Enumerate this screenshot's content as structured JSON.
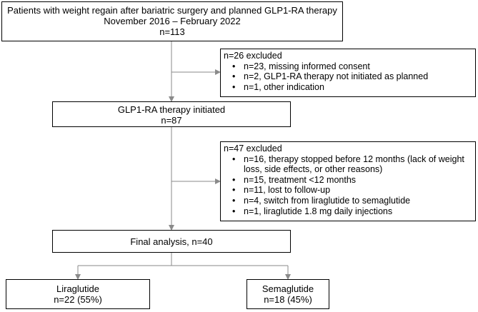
{
  "boxes": {
    "top": {
      "lines": [
        "Patients with weight regain after bariatric surgery and planned GLP1-RA therapy",
        "November 2016 – February 2022",
        "n=113"
      ]
    },
    "excluded1": {
      "title": "n=26 excluded",
      "items": [
        "n=23, missing informed consent",
        "n=2, GLP1-RA therapy not initiated as planned",
        "n=1, other indication"
      ]
    },
    "initiated": {
      "lines": [
        "GLP1-RA therapy initiated",
        "n=87"
      ]
    },
    "excluded2": {
      "title": "n=47 excluded",
      "items": [
        "n=16, therapy stopped before 12 months (lack of weight loss, side effects, or other reasons)",
        "n=15, treatment <12 months",
        "n=11, lost to follow-up",
        "n=4, switch from liraglutide to semaglutide",
        "n=1, liraglutide 1.8 mg daily injections"
      ]
    },
    "final": {
      "lines": [
        "Final analysis, n=40"
      ]
    },
    "liraglutide": {
      "lines": [
        "Liraglutide",
        "n=22 (55%)"
      ]
    },
    "semaglutide": {
      "lines": [
        "Semaglutide",
        "n=18 (45%)"
      ]
    }
  }
}
